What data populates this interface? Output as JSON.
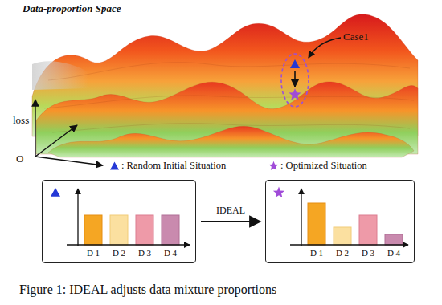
{
  "diagram": {
    "title": "Data-proportion Space",
    "caption": "Figure 1: IDEAL adjusts data mixture proportions",
    "nodes": [
      {
        "text": [
          "D 1",
          "D 2",
          "D 3",
          "D 4"
        ]
      },
      {
        "text": [
          "D 1",
          "D 2",
          "D 3",
          "D 4"
        ]
      }
    ],
    "edges": [
      {
        "from": 0,
        "to": 1,
        "label": "IDEAL",
        "arrow": "to"
      }
    ],
    "labels": [
      "Case1",
      "loss",
      "O"
    ],
    "legend": [
      {
        "text": ": Random Initial Situation"
      },
      {
        "text": ": Optimized Situation"
      }
    ]
  }
}
